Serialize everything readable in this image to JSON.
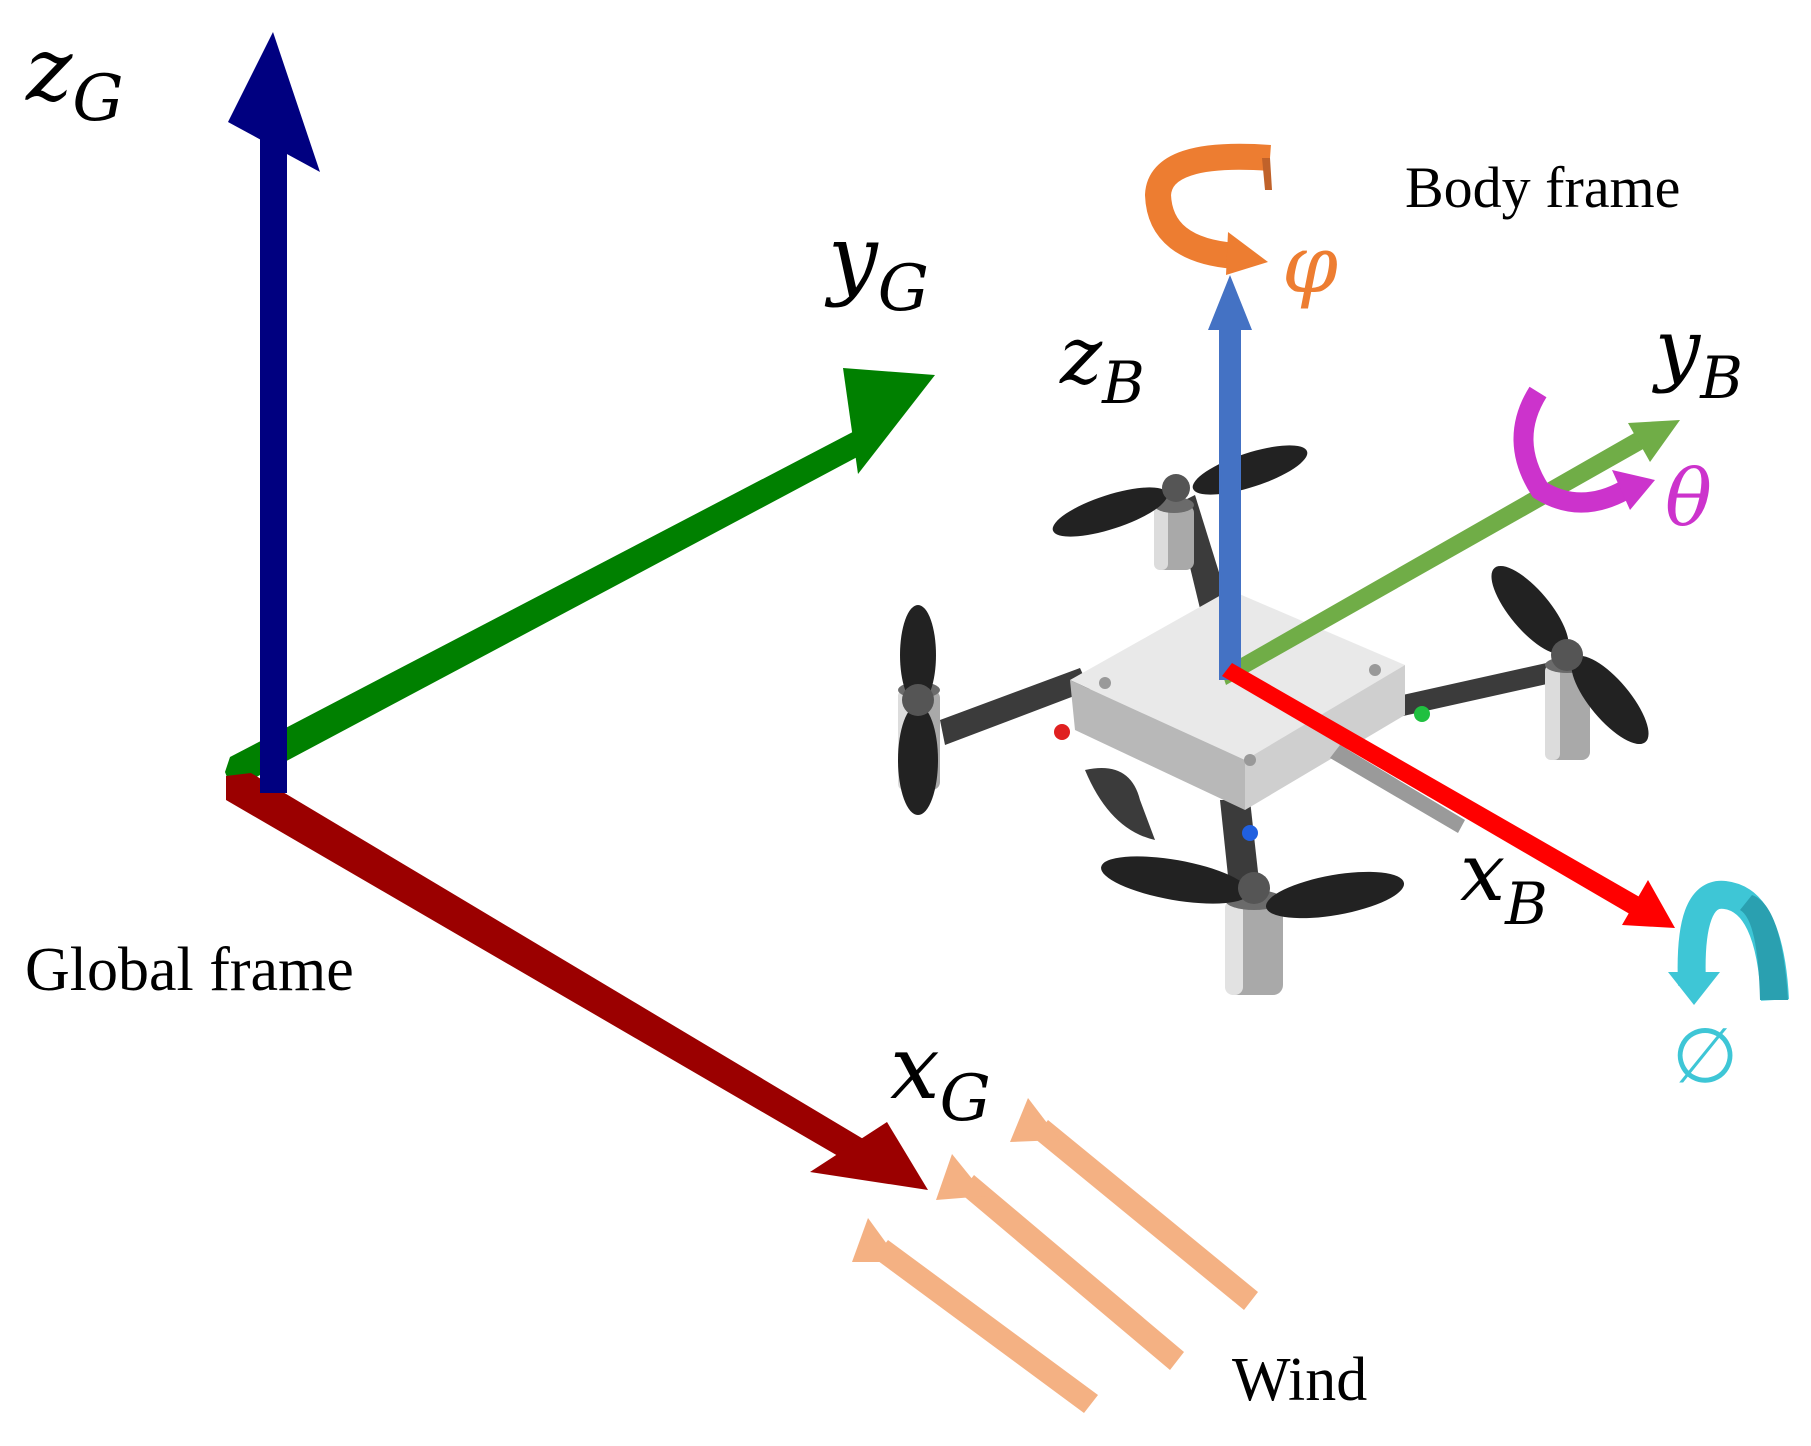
{
  "global_frame": {
    "label": "Global frame",
    "axes": {
      "z": {
        "letter": "z",
        "sub": "G",
        "color": "#000080"
      },
      "y": {
        "letter": "y",
        "sub": "G",
        "color": "#008000"
      },
      "x": {
        "letter": "x",
        "sub": "G",
        "color": "#9b0000"
      }
    }
  },
  "body_frame": {
    "label": "Body frame",
    "axes": {
      "z": {
        "letter": "z",
        "sub": "B",
        "color": "#4472c4"
      },
      "y": {
        "letter": "y",
        "sub": "B",
        "color": "#70ad47"
      },
      "x": {
        "letter": "x",
        "sub": "B",
        "color": "#ff0000"
      }
    },
    "rotations": {
      "yaw": {
        "symbol": "φ",
        "color": "#ed7d31"
      },
      "pitch": {
        "symbol": "θ",
        "color": "#cc33cc"
      },
      "roll": {
        "symbol": "∅",
        "color": "#3ec6d6"
      }
    }
  },
  "wind": {
    "label": "Wind",
    "color": "#f4b183"
  },
  "icons": [
    "quadcopter-drone-icon"
  ]
}
